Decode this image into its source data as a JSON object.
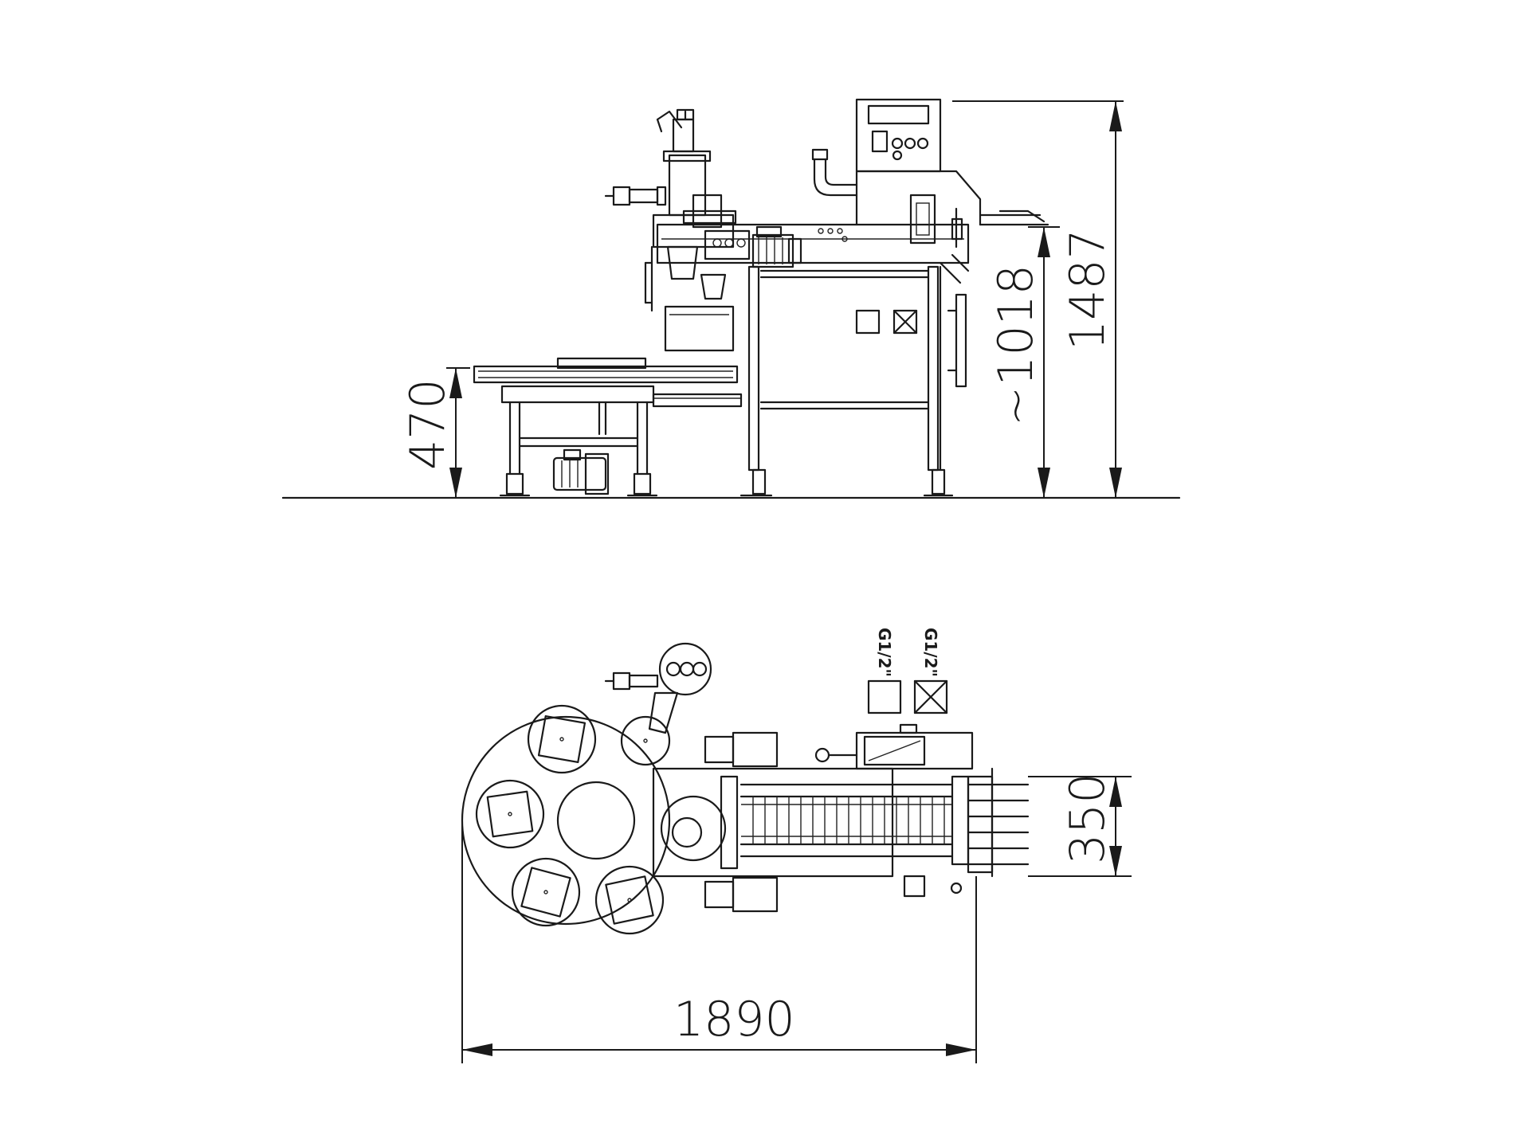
{
  "dimensions": {
    "overall_height": "1487",
    "table_height": "~1018",
    "turntable_height": "470",
    "overall_length": "1890",
    "conveyor_width": "350"
  },
  "connections": {
    "water_inlet_label": "G1/2\"",
    "water_outlet_label": "G1/2\""
  }
}
